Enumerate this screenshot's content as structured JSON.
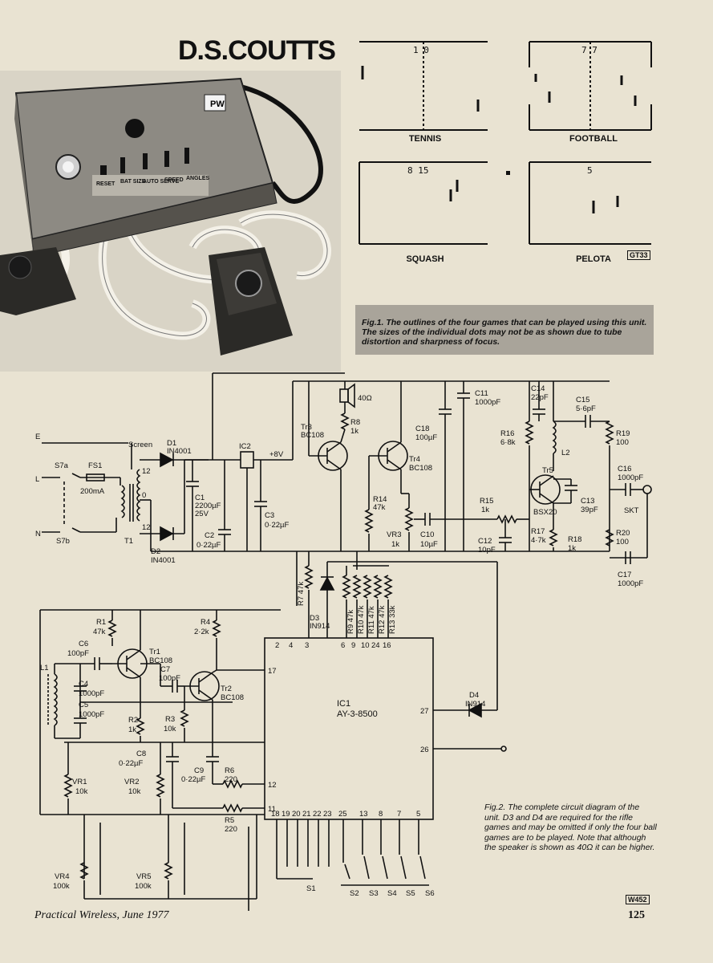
{
  "article": {
    "author": "D.S.COUTTS"
  },
  "photo": {
    "panel_labels": [
      "RESET",
      "BAT SIZE",
      "AUTO SERVE",
      "SPEED",
      "ANGLES"
    ],
    "logo_text": "PW"
  },
  "games": [
    {
      "name": "TENNIS",
      "score": "1 0"
    },
    {
      "name": "FOOTBALL",
      "score": "7 7"
    },
    {
      "name": "SQUASH",
      "score": "8  15"
    },
    {
      "name": "PELOTA",
      "score": "5"
    }
  ],
  "fig1_tag": "GT33",
  "fig1_caption": "Fig.1. The outlines of the four games that can be played using this unit. The sizes of the individual dots may not be as shown due to tube distortion and sharpness of focus.",
  "circuit": {
    "labels": {
      "E": "E",
      "L": "L",
      "N": "N",
      "S7a": "S7a",
      "S7b": "S7b",
      "FS1": "FS1",
      "fuse": "200mA",
      "screen": "Screen",
      "T1": "T1",
      "t12a": "12",
      "t0": "0",
      "t12b": "12",
      "D1": "D1",
      "D1v": "IN4001",
      "D2": "D2",
      "D2v": "IN4001",
      "C1": "C1",
      "C1v": "2200µF",
      "C1v2": "25V",
      "C2": "C2",
      "C2v": "0·22µF",
      "IC2": "IC2",
      "plus8": "+8V",
      "C3": "C3",
      "C3v": "0·22µF",
      "Tr3": "Tr3",
      "Tr3v": "BC108",
      "spk": "40Ω",
      "R8": "R8",
      "R8v": "1k",
      "Tr4": "Tr4",
      "Tr4v": "BC108",
      "R14": "R14",
      "R14v": "47k",
      "VR3": "VR3",
      "VR3v": "1k",
      "C18": "C18",
      "C18v": "100µF",
      "C11": "C11",
      "C11v": "1000pF",
      "C10": "C10",
      "C10v": "10µF",
      "R15": "R15",
      "R15v": "1k",
      "C12": "C12",
      "C12v": "10pF",
      "R16": "R16",
      "R16v": "6·8k",
      "C14": "C14",
      "C14v": "22pF",
      "C15": "C15",
      "C15v": "5·6pF",
      "L2": "L2",
      "R19": "R19",
      "R19v": "100",
      "Tr5": "Tr5",
      "Tr5v": "BSX20",
      "C13": "C13",
      "C13v": "39pF",
      "R17": "R17",
      "R17v": "4·7k",
      "R18": "R18",
      "R18v": "1k",
      "C16": "C16",
      "C16v": "1000pF",
      "SKT": "SKT",
      "R20": "R20",
      "R20v": "100",
      "C17": "C17",
      "C17v": "1000pF",
      "R7": "R7 47k",
      "D3": "D3",
      "D3v": "IN914",
      "R9": "R9 47k",
      "R10": "R10 47k",
      "R11": "R11 47k",
      "R12": "R12 47k",
      "R13": "R13 33k",
      "R1": "R1",
      "R1v": "47k",
      "C6": "C6",
      "C6v": "100pF",
      "Tr1": "Tr1",
      "Tr1v": "BC108",
      "L1": "L1",
      "C4": "C4",
      "C4v": "1000pF",
      "C5": "C5",
      "C5v": "1000pF",
      "R2": "R2",
      "R2v": "1k",
      "R4": "R4",
      "R4v": "2·2k",
      "C7": "C7",
      "C7v": "100pF",
      "Tr2": "Tr2",
      "Tr2v": "BC108",
      "R3": "R3",
      "R3v": "10k",
      "C8": "C8",
      "C8v": "0·22µF",
      "C9": "C9",
      "C9v": "0·22µF",
      "R6": "R6",
      "R6v": "220",
      "R5": "R5",
      "R5v": "220",
      "VR1": "VR1",
      "VR1v": "10k",
      "VR2": "VR2",
      "VR2v": "10k",
      "VR4": "VR4",
      "VR4v": "100k",
      "VR5": "VR5",
      "VR5v": "100k",
      "IC1": "IC1",
      "IC1v": "AY-3-8500",
      "D4": "D4",
      "D4v": "IN914",
      "S1": "S1",
      "S2": "S2",
      "S3": "S3",
      "S4": "S4",
      "S5": "S5",
      "S6": "S6"
    },
    "top_pins": [
      "2",
      "4",
      "3",
      "6",
      "9",
      "10",
      "24",
      "16"
    ],
    "left_pins": [
      "17",
      "12",
      "11"
    ],
    "right_pins": [
      "27",
      "26"
    ],
    "bottom_pins": [
      "18",
      "19",
      "20",
      "21",
      "22",
      "23",
      "25",
      "13",
      "8",
      "7",
      "5"
    ]
  },
  "fig2_caption": "Fig.2. The complete circuit diagram of the unit. D3 and D4 are required for the rifle games and may be omitted if only the four ball games are to be played. Note that although the speaker is shown as 40Ω it can be higher.",
  "fig2_tag": "W452",
  "footer": {
    "publication": "Practical Wireless, June 1977",
    "page_number": "125"
  }
}
